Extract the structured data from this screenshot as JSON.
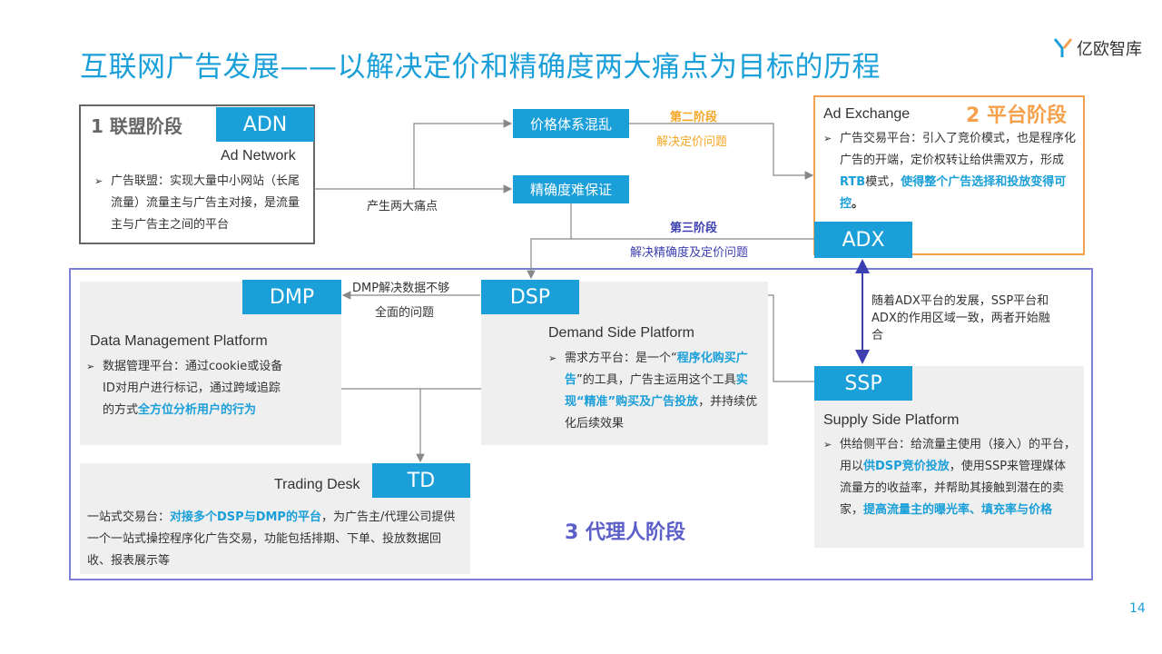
{
  "header": {
    "title": "互联网广告发展——以解决定价和精确度两大痛点为目标的历程",
    "logo_text": "亿欧智库",
    "page_number": "14"
  },
  "colors": {
    "accent_blue": "#1a9fd8",
    "stage2_orange": "#f5a14b",
    "stage3_purple": "#5b5fc7",
    "orange_text": "#f5a623"
  },
  "stage1": {
    "label": "1 联盟阶段",
    "box": "ADN",
    "name": "Ad Network",
    "desc": [
      "广告联盟：实现大量中小网站（长尾流量）流量主与广告主对接，是流量主与广告主之间的平台"
    ]
  },
  "pain": {
    "price": "价格体系混乱",
    "precision": "精确度难保证",
    "produce": "产生两大痛点",
    "phase2_title": "第二阶段",
    "phase2_sub": "解决定价问题",
    "phase3_title": "第三阶段",
    "phase3_sub": "解决精确度及定价问题"
  },
  "stage2": {
    "label": "2 平台阶段",
    "name": "Ad Exchange",
    "box": "ADX",
    "desc_a": "广告交易平台：引入了竞价模式，也是程序化广告的开端，定价权转让给供需双方，形成",
    "desc_b": "RTB",
    "desc_c": "模式，",
    "desc_d": "使得整个广告选择和投放变得可控",
    "desc_e": "。"
  },
  "merge_note": "随着ADX平台的发展，SSP平台和ADX的作用区域一致，两者开始融合",
  "stage3": {
    "label": "3 代理人阶段"
  },
  "dmp": {
    "box": "DMP",
    "name": "Data Management Platform",
    "desc_a": "数据管理平台：通过cookie或设备ID对用户进行标记，通过跨域追踪的方式",
    "desc_b": "全方位分析用户的行为",
    "gap_line1": "DMP解决数据不够",
    "gap_line2": "全面的问题"
  },
  "dsp": {
    "box": "DSP",
    "name": "Demand Side Platform",
    "desc_a": "需求方平台：是一个“",
    "desc_b": "程序化购买广告",
    "desc_c": "”的工具，广告主运用这个工具",
    "desc_d": "实现“精准”购买及广告投放",
    "desc_e": "，并持续优化后续效果"
  },
  "ssp": {
    "box": "SSP",
    "name": "Supply Side Platform",
    "desc_a": "供给侧平台：给流量主使用（接入）的平台，用以",
    "desc_b": "供DSP竞价投放",
    "desc_c": "，使用SSP来管理媒体流量方的收益率，并帮助其接触到潜在的卖家，",
    "desc_d": "提高流量主的曝光率、填充率与价格"
  },
  "td": {
    "box": "TD",
    "name": "Trading Desk",
    "desc_a": "一站式交易台：",
    "desc_b": "对接多个DSP与DMP的平台",
    "desc_c": "，为广告主/代理公司提供一个一站式操控程序化广告交易，功能包括排期、下单、投放数据回收、报表展示等"
  }
}
